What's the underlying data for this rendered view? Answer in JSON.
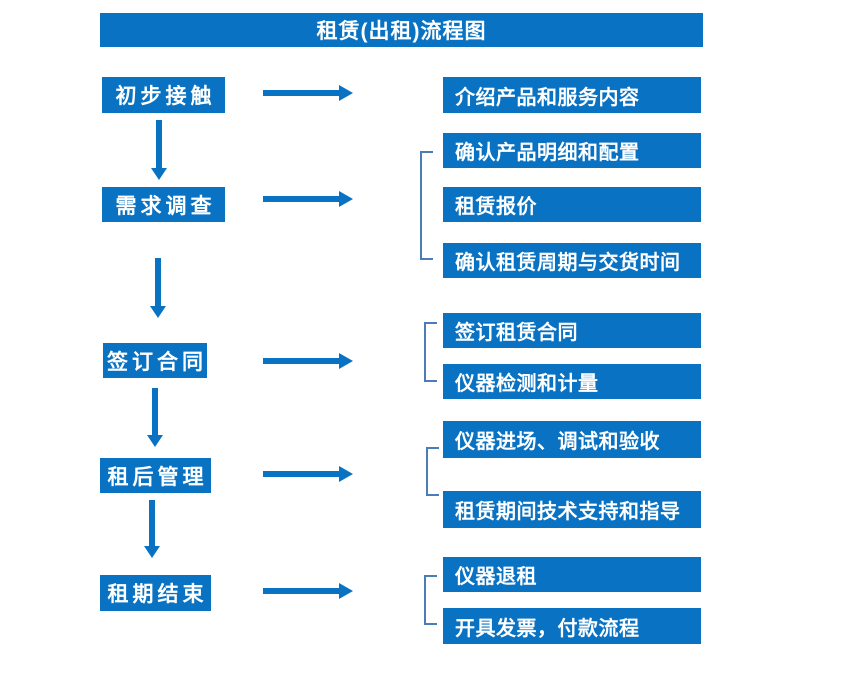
{
  "title": "租赁(出租)流程图",
  "colors": {
    "primary": "#0a72c2",
    "bracket": "#4a7db8",
    "box_text": "#ffffff",
    "background": "#ffffff"
  },
  "steps": [
    {
      "label": "初步接触",
      "details": [
        "介绍产品和服务内容"
      ]
    },
    {
      "label": "需求调查",
      "details": [
        "确认产品明细和配置",
        "租赁报价",
        "确认租赁周期与交货时间"
      ]
    },
    {
      "label": "签订合同",
      "details": [
        "签订租赁合同",
        "仪器检测和计量"
      ]
    },
    {
      "label": "租后管理",
      "details": [
        "仪器进场、调试和验收",
        "租赁期间技术支持和指导"
      ]
    },
    {
      "label": "租期结束",
      "details": [
        "仪器退租",
        "开具发票，付款流程"
      ]
    }
  ]
}
